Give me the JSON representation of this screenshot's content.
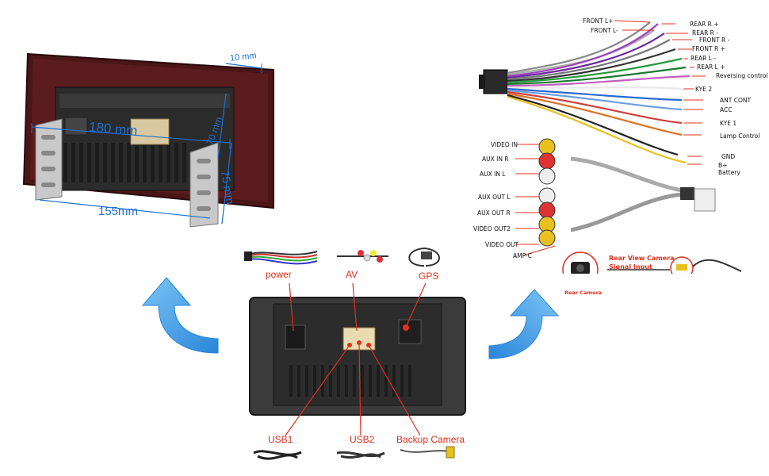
{
  "dimensions": {
    "depth_label": "10 mm",
    "width_label": "180 mm",
    "height_label": "70 mm",
    "frame_height_label": "75 mm",
    "frame_width_label": "155mm"
  },
  "ports": {
    "power": "power",
    "av": "AV",
    "gps": "GPS",
    "usb1": "USB1",
    "usb2": "USB2",
    "backup": "Backup Camera"
  },
  "harness_labels": {
    "front_l_plus": "FRONT L+",
    "front_l_minus": "FRONT L-",
    "rear_r_plus": "REAR R +",
    "rear_r_minus": "REAR R -",
    "front_r_minus": "FRONT R -",
    "front_r_plus": "FRONT R +",
    "rear_l_minus": "REAR L -",
    "rear_l_plus": "REAR L +",
    "reversing": "Reversing control",
    "kye2": "KYE 2",
    "ant": "ANT CONT",
    "acc": "ACC",
    "kye1": "KYE 1",
    "lamp": "Lamp Control",
    "gnd": "GND",
    "bplus": "B+",
    "battery": "Battery"
  },
  "av_labels": {
    "video_in": "VIDEO IN",
    "aux_in_r": "AUX IN R",
    "aux_in_l": "AUX  IN L",
    "aux_out_l": "AUX OUT L",
    "aux_out_r": "AUX OUT R",
    "video_out2": "VIDEO OUT2",
    "video_out": "VIDEO OUT",
    "amp_c": "AMP-C"
  },
  "camera": {
    "title_line1": "Rear View Camera",
    "title_line2": "Signal Input",
    "caption": "Rear Camera"
  },
  "colors": {
    "dimension_blue": "#1e6fd0",
    "label_red": "#e0301e",
    "arrow_blue": "#3a9be8"
  }
}
